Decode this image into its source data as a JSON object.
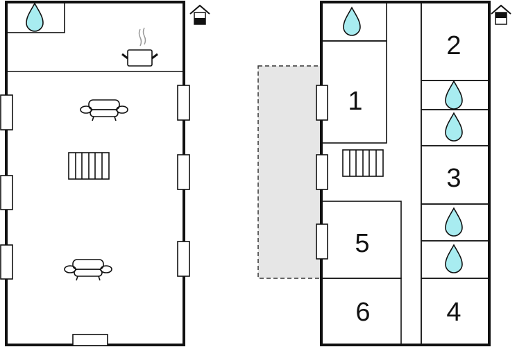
{
  "ground_floor": {
    "icons": [
      "bathroom-water-drop-icon",
      "kitchen-pot-icon",
      "sofa-icon",
      "sofa-icon",
      "stairs-icon",
      "floor-indicator-house-icon"
    ],
    "floor_indicator": "ground"
  },
  "upper_floor": {
    "rooms": [
      {
        "label": "1"
      },
      {
        "label": "2"
      },
      {
        "label": "3"
      },
      {
        "label": "4"
      },
      {
        "label": "5"
      },
      {
        "label": "6"
      }
    ],
    "icons": [
      "bathroom-water-drop-icon",
      "stairs-icon",
      "floor-indicator-house-icon"
    ],
    "floor_indicator": "upper",
    "terrace_color": "#e6e6e6"
  },
  "colors": {
    "water": "#a8ecf0",
    "wall": "#111111"
  }
}
